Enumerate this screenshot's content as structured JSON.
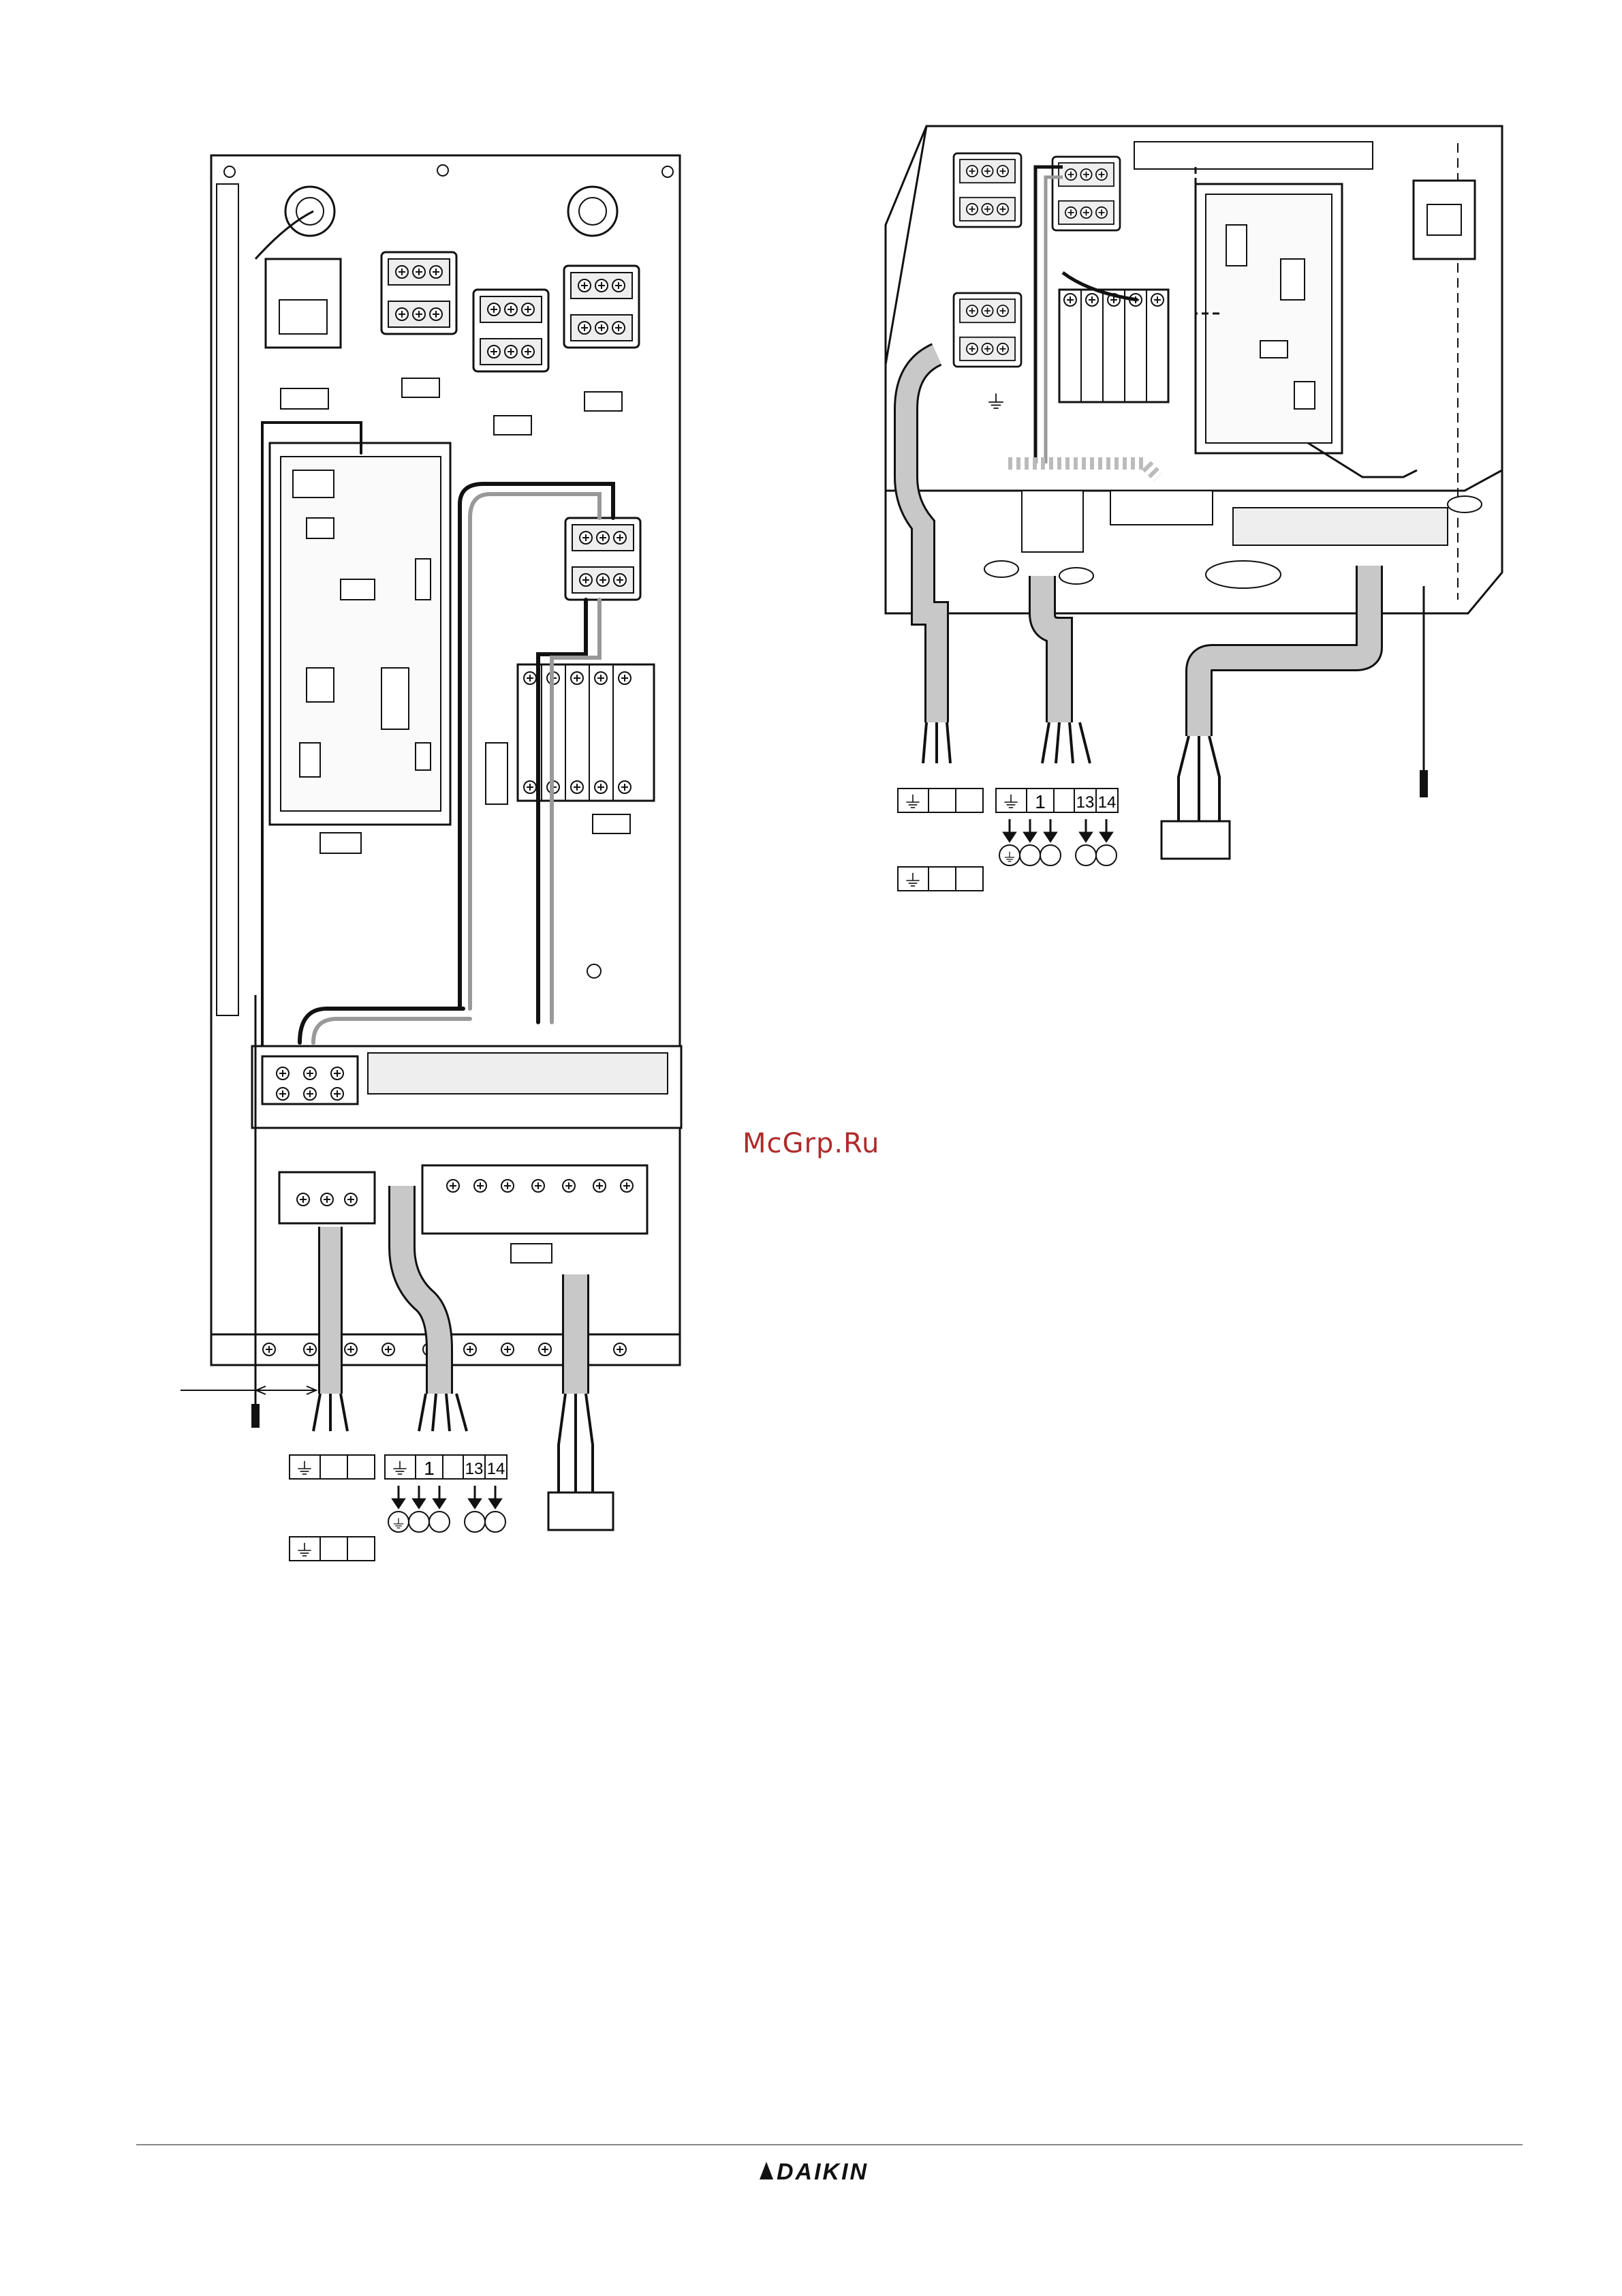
{
  "watermark": "McGrp.Ru",
  "footer": {
    "brand": "DAIKIN"
  },
  "left_view": {
    "terminal_labels": {
      "earth_row_a": [
        "",
        ""
      ],
      "group_1": [
        "1",
        ""
      ],
      "group_13_14": [
        "13",
        "14"
      ],
      "earth_row_b": [
        "",
        ""
      ]
    }
  },
  "right_view": {
    "terminal_labels": {
      "earth_row_a": [
        "",
        ""
      ],
      "group_1": [
        "1",
        ""
      ],
      "group_13_14": [
        "13",
        "14"
      ],
      "earth_row_b": [
        "",
        ""
      ]
    }
  },
  "icons": [
    "earth-ground-icon",
    "arrow-down-icon",
    "daikin-logo-icon"
  ],
  "colors": {
    "ink": "#111111",
    "cable_grey": "#c8c8c8",
    "watermark": "#b02a2a",
    "rule": "#888888"
  }
}
